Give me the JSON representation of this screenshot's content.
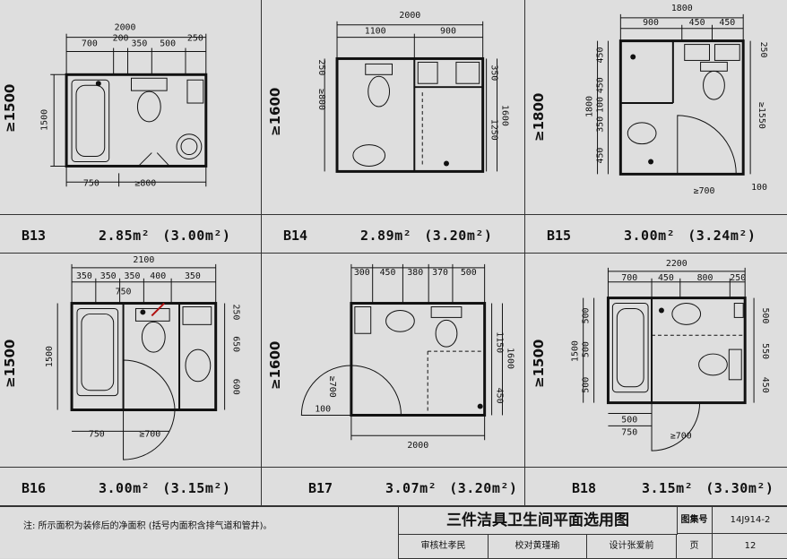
{
  "plans": [
    {
      "code": "B13",
      "area": "2.85m²",
      "area_full": "(3.00m²)",
      "min": "≥1500",
      "dims": {
        "top_total": "2000",
        "top": [
          "700",
          "200",
          "350",
          "500",
          "250"
        ],
        "left": "1500",
        "bottom": [
          "750",
          "≥800"
        ]
      }
    },
    {
      "code": "B14",
      "area": "2.89m²",
      "area_full": "(3.20m²)",
      "min": "≥1600",
      "dims": {
        "top_total": "2000",
        "top": [
          "1100",
          "900"
        ],
        "left": [
          "250",
          "≥800"
        ],
        "right": [
          "350",
          "1600",
          "1250"
        ]
      }
    },
    {
      "code": "B15",
      "area": "3.00m²",
      "area_full": "(3.24m²)",
      "min": "≥1800",
      "dims": {
        "top_total": "1800",
        "top": [
          "900",
          "450",
          "450"
        ],
        "left_total": "1800",
        "left": [
          "450",
          "450",
          "100",
          "350",
          "450"
        ],
        "right": [
          "250",
          "≥1550",
          "100"
        ],
        "bottom": "≥700"
      }
    },
    {
      "code": "B16",
      "area": "3.00m²",
      "area_full": "(3.15m²)",
      "min": "≥1500",
      "dims": {
        "top_total": "2100",
        "top": [
          "350",
          "350",
          "350",
          "400",
          "350"
        ],
        "top_inner": "750",
        "left": "1500",
        "right": [
          "250",
          "650",
          "600"
        ],
        "bottom": [
          "750",
          "≥700"
        ]
      }
    },
    {
      "code": "B17",
      "area": "3.07m²",
      "area_full": "(3.20m²)",
      "min": "≥1600",
      "dims": {
        "top": [
          "300",
          "450",
          "380",
          "370",
          "500"
        ],
        "left": [
          "≥700",
          "100"
        ],
        "right": [
          "1150",
          "1600",
          "450"
        ],
        "bottom": "2000"
      }
    },
    {
      "code": "B18",
      "area": "3.15m²",
      "area_full": "(3.30m²)",
      "min": "≥1500",
      "dims": {
        "top_total": "2200",
        "top": [
          "700",
          "450",
          "800",
          "250"
        ],
        "left_total": "1500",
        "left": [
          "500",
          "500",
          "500"
        ],
        "right": [
          "500",
          "550",
          "450"
        ],
        "bottom": [
          "500",
          "750",
          "≥700"
        ]
      }
    }
  ],
  "footer": {
    "note": "注: 所示面积为装修后的净面积 (括号内面积含排气道和管井)。",
    "title": "三件洁具卫生间平面选用图",
    "atlas_label": "图集号",
    "atlas_no": "14J914-2",
    "review": "审核杜孝民",
    "check": "校对黄瑾瑜",
    "design": "设计张爱前",
    "page_label": "页",
    "page_no": "12"
  }
}
